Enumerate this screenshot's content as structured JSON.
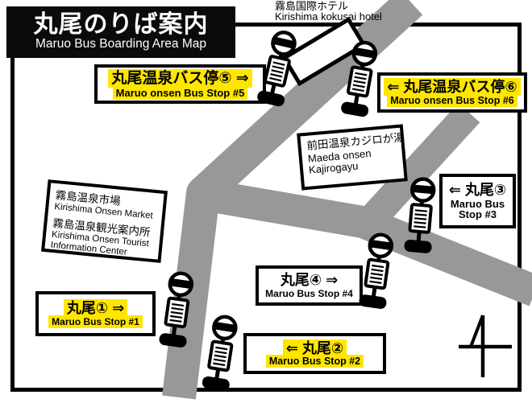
{
  "title": {
    "jp": "丸尾のりば案内",
    "en": "Maruo Bus Boarding Area Map"
  },
  "landmarks": {
    "hotel": {
      "jp": "霧島国際ホテル",
      "en": "Kirishima kokusai hotel"
    },
    "kajirogayu": {
      "jp": "前田温泉カジロが湯",
      "en_line1": "Maeda onsen",
      "en_line2": "Kajirogayu"
    },
    "market": {
      "jp1": "霧島温泉市場",
      "en1": "Kirishima Onsen Market",
      "jp2": "霧島温泉観光案内所",
      "en2": "Kirishima Onsen Tourist",
      "en3": "Information Center"
    }
  },
  "stops": {
    "stop5": {
      "jp": "丸尾温泉バス停⑤ ⇒",
      "en": "Maruo onsen Bus Stop #5",
      "highlighted": true
    },
    "stop6": {
      "jp": "⇐ 丸尾温泉バス停⑥",
      "en": "Maruo onsen Bus Stop #6",
      "highlighted": true
    },
    "stop3": {
      "jp": "⇐ 丸尾③",
      "en_line1": "Maruo Bus",
      "en_line2": "Stop #3",
      "highlighted": false
    },
    "stop4": {
      "jp": "丸尾④ ⇒",
      "en": "Maruo Bus Stop #4",
      "highlighted": false
    },
    "stop1": {
      "jp": "丸尾① ⇒",
      "en": "Maruo Bus Stop #1",
      "highlighted": true
    },
    "stop2": {
      "jp": "⇐ 丸尾②",
      "en": "Maruo Bus Stop #2",
      "highlighted": true
    }
  },
  "icons": {
    "bus_stop": "bus-stop-pole-icon",
    "north": "north-arrow-icon"
  },
  "colors": {
    "highlight": "#ffe600",
    "road": "#989898",
    "frame": "#000000"
  }
}
